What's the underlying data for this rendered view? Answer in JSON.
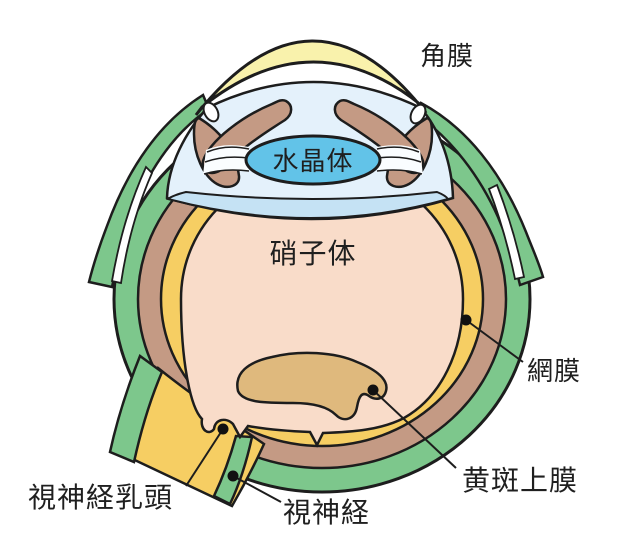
{
  "labels": {
    "cornea": "角膜",
    "lens": "水晶体",
    "vitreous": "硝子体",
    "retina": "網膜",
    "epiretinal_membrane": "黄斑上膜",
    "optic_disc": "視神経乳頭",
    "optic_nerve": "視神経"
  },
  "colors": {
    "sclera_green": "#7dc78c",
    "choroid_brown": "#c49a84",
    "retina_yellow": "#f6ce63",
    "cornea_pale_yellow": "#f9f2ac",
    "vitreous_peach": "#f9dcc9",
    "anterior_chamber_blue": "#e4f1fb",
    "hyaloid_blue": "#c5e2f4",
    "lens_blue": "#62c3e8",
    "membrane_tan": "#dfb97d",
    "zonule_white": "#fafdff",
    "outline": "#1d1d1d",
    "label_text": "#1f1f1f",
    "background": "#ffffff"
  }
}
